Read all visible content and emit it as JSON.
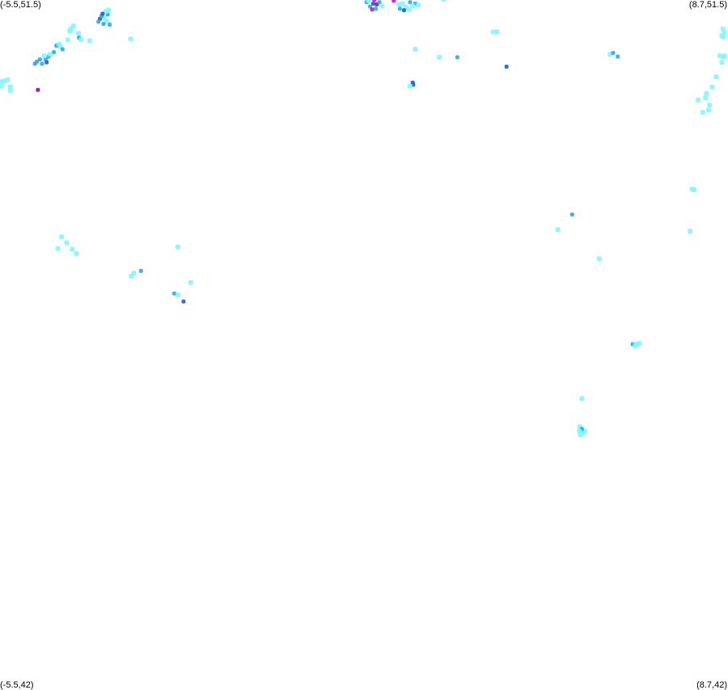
{
  "map": {
    "bounds": {
      "lon_min": -5.5,
      "lon_max": 8.7,
      "lat_min": 42,
      "lat_max": 51.5
    },
    "corners": {
      "top_left": "(-5.5,51.5)",
      "top_right": "(8.7,51.5)",
      "bottom_left": "(-5.5,42)",
      "bottom_right": "(8.7,42)"
    },
    "palette": {
      "light": "#7ff5ff",
      "mid": "#2aa8f0",
      "dark": "#1a5fe0",
      "magenta": "#d010c8",
      "purple": "#8a10b0"
    },
    "points": [
      {
        "lon": -3.42,
        "lat": 51.21,
        "level": "light"
      },
      {
        "lon": -3.36,
        "lat": 51.16,
        "level": "mid"
      },
      {
        "lon": -3.48,
        "lat": 51.17,
        "level": "mid"
      },
      {
        "lon": -3.55,
        "lat": 51.24,
        "level": "dark"
      },
      {
        "lon": -3.46,
        "lat": 51.25,
        "level": "light"
      },
      {
        "lon": -3.4,
        "lat": 51.3,
        "level": "mid"
      },
      {
        "lon": -3.52,
        "lat": 51.28,
        "level": "mid"
      },
      {
        "lon": -3.58,
        "lat": 51.2,
        "level": "mid"
      },
      {
        "lon": -3.44,
        "lat": 51.34,
        "level": "light"
      },
      {
        "lon": -3.38,
        "lat": 51.36,
        "level": "light"
      },
      {
        "lon": -3.5,
        "lat": 51.31,
        "level": "dark"
      },
      {
        "lon": -3.97,
        "lat": 51.04,
        "level": "light"
      },
      {
        "lon": -4.12,
        "lat": 51.1,
        "level": "light"
      },
      {
        "lon": -4.07,
        "lat": 51.14,
        "level": "light"
      },
      {
        "lon": -4.14,
        "lat": 51.07,
        "level": "light"
      },
      {
        "lon": -3.96,
        "lat": 50.98,
        "level": "mid"
      },
      {
        "lon": -3.92,
        "lat": 50.95,
        "level": "light"
      },
      {
        "lon": -4.33,
        "lat": 50.86,
        "level": "light"
      },
      {
        "lon": -4.18,
        "lat": 50.95,
        "level": "light"
      },
      {
        "lon": -4.28,
        "lat": 50.82,
        "level": "mid"
      },
      {
        "lon": -4.45,
        "lat": 50.78,
        "level": "mid"
      },
      {
        "lon": -4.55,
        "lat": 50.72,
        "level": "mid"
      },
      {
        "lon": -4.61,
        "lat": 50.68,
        "level": "mid"
      },
      {
        "lon": -4.72,
        "lat": 50.68,
        "level": "mid"
      },
      {
        "lon": -4.78,
        "lat": 50.65,
        "level": "mid"
      },
      {
        "lon": -4.68,
        "lat": 50.62,
        "level": "mid"
      },
      {
        "lon": -4.4,
        "lat": 50.87,
        "level": "mid"
      },
      {
        "lon": -4.35,
        "lat": 50.89,
        "level": "light"
      },
      {
        "lon": -4.52,
        "lat": 50.75,
        "level": "light"
      },
      {
        "lon": -4.64,
        "lat": 50.73,
        "level": "light"
      },
      {
        "lon": -4.59,
        "lat": 50.64,
        "level": "dark"
      },
      {
        "lon": -4.82,
        "lat": 50.62,
        "level": "mid"
      },
      {
        "lon": -5.42,
        "lat": 50.38,
        "level": "light"
      },
      {
        "lon": -5.35,
        "lat": 50.4,
        "level": "light"
      },
      {
        "lon": -5.48,
        "lat": 50.37,
        "level": "light"
      },
      {
        "lon": -5.47,
        "lat": 50.31,
        "level": "light"
      },
      {
        "lon": -5.3,
        "lat": 50.3,
        "level": "light"
      },
      {
        "lon": -5.3,
        "lat": 50.25,
        "level": "light"
      },
      {
        "lon": -3.75,
        "lat": 50.94,
        "level": "light"
      },
      {
        "lon": -4.76,
        "lat": 50.26,
        "level": "purple"
      },
      {
        "lon": -2.95,
        "lat": 50.96,
        "level": "light"
      },
      {
        "lon": 1.65,
        "lat": 51.47,
        "level": "mid"
      },
      {
        "lon": 1.78,
        "lat": 51.45,
        "level": "dark"
      },
      {
        "lon": 1.8,
        "lat": 51.5,
        "level": "magenta"
      },
      {
        "lon": 1.85,
        "lat": 51.44,
        "level": "purple"
      },
      {
        "lon": 1.72,
        "lat": 51.41,
        "level": "mid"
      },
      {
        "lon": 1.76,
        "lat": 51.37,
        "level": "magenta"
      },
      {
        "lon": 1.9,
        "lat": 51.47,
        "level": "mid"
      },
      {
        "lon": 1.83,
        "lat": 51.38,
        "level": "mid"
      },
      {
        "lon": 1.95,
        "lat": 51.42,
        "level": "light"
      },
      {
        "lon": 1.69,
        "lat": 51.49,
        "level": "light"
      },
      {
        "lon": 2.18,
        "lat": 51.49,
        "level": "magenta"
      },
      {
        "lon": 2.28,
        "lat": 51.44,
        "level": "light"
      },
      {
        "lon": 2.35,
        "lat": 51.45,
        "level": "light"
      },
      {
        "lon": 2.42,
        "lat": 51.4,
        "level": "light"
      },
      {
        "lon": 2.5,
        "lat": 51.47,
        "level": "mid"
      },
      {
        "lon": 2.6,
        "lat": 51.45,
        "level": "mid"
      },
      {
        "lon": 2.66,
        "lat": 51.43,
        "level": "light"
      },
      {
        "lon": 2.3,
        "lat": 51.38,
        "level": "mid"
      },
      {
        "lon": 2.38,
        "lat": 51.36,
        "level": "dark"
      },
      {
        "lon": 2.48,
        "lat": 51.37,
        "level": "light"
      },
      {
        "lon": 2.55,
        "lat": 51.42,
        "level": "light"
      },
      {
        "lon": 3.15,
        "lat": 51.51,
        "level": "light"
      },
      {
        "lon": 4.12,
        "lat": 51.06,
        "level": "light"
      },
      {
        "lon": 4.19,
        "lat": 51.06,
        "level": "light"
      },
      {
        "lon": 2.6,
        "lat": 50.82,
        "level": "light"
      },
      {
        "lon": 3.07,
        "lat": 50.71,
        "level": "light"
      },
      {
        "lon": 3.42,
        "lat": 50.71,
        "level": "mid"
      },
      {
        "lon": 4.38,
        "lat": 50.58,
        "level": "dark"
      },
      {
        "lon": 2.55,
        "lat": 50.36,
        "level": "dark"
      },
      {
        "lon": 2.56,
        "lat": 50.33,
        "level": "dark"
      },
      {
        "lon": 2.5,
        "lat": 50.31,
        "level": "light"
      },
      {
        "lon": 6.4,
        "lat": 50.75,
        "level": "light"
      },
      {
        "lon": 6.46,
        "lat": 50.77,
        "level": "mid"
      },
      {
        "lon": 6.55,
        "lat": 50.72,
        "level": "mid"
      },
      {
        "lon": 8.6,
        "lat": 51.1,
        "level": "light"
      },
      {
        "lon": 8.63,
        "lat": 51.05,
        "level": "light"
      },
      {
        "lon": 8.58,
        "lat": 51.01,
        "level": "light"
      },
      {
        "lon": 8.61,
        "lat": 50.99,
        "level": "light"
      },
      {
        "lon": 8.54,
        "lat": 50.73,
        "level": "light"
      },
      {
        "lon": 8.62,
        "lat": 50.71,
        "level": "light"
      },
      {
        "lon": 8.58,
        "lat": 50.64,
        "level": "light"
      },
      {
        "lon": 8.63,
        "lat": 50.73,
        "level": "light"
      },
      {
        "lon": 8.47,
        "lat": 50.44,
        "level": "light"
      },
      {
        "lon": 8.39,
        "lat": 50.3,
        "level": "light"
      },
      {
        "lon": 8.26,
        "lat": 50.15,
        "level": "light"
      },
      {
        "lon": 8.34,
        "lat": 50.05,
        "level": "light"
      },
      {
        "lon": 8.12,
        "lat": 50.12,
        "level": "light"
      },
      {
        "lon": 8.28,
        "lat": 50.21,
        "level": "light"
      },
      {
        "lon": 8.21,
        "lat": 49.95,
        "level": "light"
      },
      {
        "lon": 8.32,
        "lat": 49.98,
        "level": "light"
      },
      {
        "lon": 8.0,
        "lat": 48.89,
        "level": "light"
      },
      {
        "lon": 8.04,
        "lat": 48.88,
        "level": "light"
      },
      {
        "lon": 5.66,
        "lat": 48.54,
        "level": "mid"
      },
      {
        "lon": 5.38,
        "lat": 48.33,
        "level": "light"
      },
      {
        "lon": 6.19,
        "lat": 47.93,
        "level": "light"
      },
      {
        "lon": 7.96,
        "lat": 48.31,
        "level": "light"
      },
      {
        "lon": -4.2,
        "lat": 48.15,
        "level": "light"
      },
      {
        "lon": -4.3,
        "lat": 48.23,
        "level": "light"
      },
      {
        "lon": -4.37,
        "lat": 48.07,
        "level": "light"
      },
      {
        "lon": -4.09,
        "lat": 48.06,
        "level": "light"
      },
      {
        "lon": -4.01,
        "lat": 48.0,
        "level": "light"
      },
      {
        "lon": -2.03,
        "lat": 48.09,
        "level": "light"
      },
      {
        "lon": -2.89,
        "lat": 47.73,
        "level": "light"
      },
      {
        "lon": -2.94,
        "lat": 47.69,
        "level": "light"
      },
      {
        "lon": -2.75,
        "lat": 47.76,
        "level": "mid"
      },
      {
        "lon": -1.78,
        "lat": 47.6,
        "level": "light"
      },
      {
        "lon": -2.1,
        "lat": 47.45,
        "level": "mid"
      },
      {
        "lon": -2.03,
        "lat": 47.43,
        "level": "light"
      },
      {
        "lon": -1.92,
        "lat": 47.34,
        "level": "dark"
      },
      {
        "lon": 6.84,
        "lat": 46.75,
        "level": "mid"
      },
      {
        "lon": 6.92,
        "lat": 46.75,
        "level": "light"
      },
      {
        "lon": 6.97,
        "lat": 46.76,
        "level": "light"
      },
      {
        "lon": 6.89,
        "lat": 46.73,
        "level": "light"
      },
      {
        "lon": 5.85,
        "lat": 46.0,
        "level": "light"
      },
      {
        "lon": 5.81,
        "lat": 45.61,
        "level": "light"
      },
      {
        "lon": 5.84,
        "lat": 45.55,
        "level": "light"
      },
      {
        "lon": 5.87,
        "lat": 45.52,
        "level": "light"
      },
      {
        "lon": 5.91,
        "lat": 45.55,
        "level": "light"
      },
      {
        "lon": 5.85,
        "lat": 45.58,
        "level": "mid"
      },
      {
        "lon": 5.8,
        "lat": 45.55,
        "level": "light"
      },
      {
        "lon": 5.82,
        "lat": 45.5,
        "level": "light"
      }
    ]
  }
}
